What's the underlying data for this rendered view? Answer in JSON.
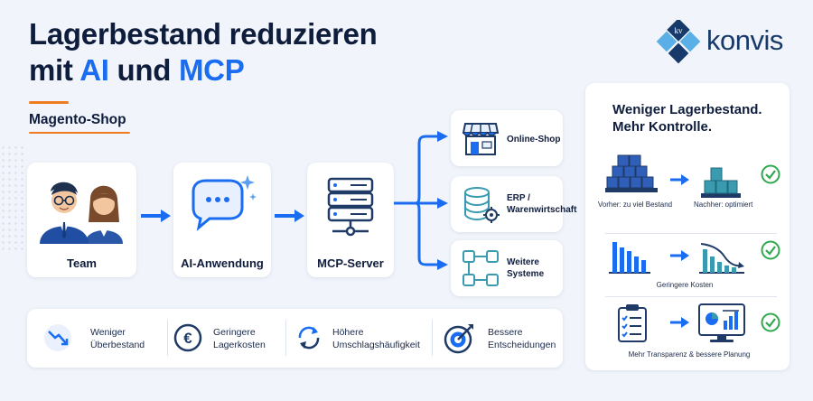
{
  "title": {
    "line1": "Lagerbestand reduzieren",
    "line2_prefix": "mit ",
    "line2_ai": "AI",
    "line2_mid": " und ",
    "line2_mcp": "MCP"
  },
  "subtitle": "Magento-Shop",
  "logo": {
    "text": "konvis",
    "mark_text": "kv"
  },
  "flow": {
    "team": "Team",
    "ai_app": "AI-Anwendung",
    "mcp_server": "MCP-Server"
  },
  "systems": [
    {
      "label": "Online-Shop"
    },
    {
      "label": "ERP / Warenwirtschaft"
    },
    {
      "label": "Weitere Systeme"
    }
  ],
  "benefits": [
    {
      "label": "Weniger Überbestand"
    },
    {
      "label": "Geringere Lagerkosten"
    },
    {
      "label": "Höhere Umschlagshäufigkeit"
    },
    {
      "label": "Bessere Entscheidungen"
    }
  ],
  "side_panel": {
    "title": "Weniger Lagerbestand. Mehr Kontrolle.",
    "rows": [
      {
        "before": "Vorher: zu viel Bestand",
        "after": "Nachher: optimiert"
      },
      {
        "caption": "Geringere Kosten"
      },
      {
        "caption": "Mehr Transparenz & bessere Planung"
      }
    ]
  },
  "colors": {
    "navy": "#0f1d3d",
    "blue": "#1a6cf0",
    "orange": "#f07c1f",
    "teal": "#3a9bb0",
    "green": "#2fa84f"
  },
  "icons": [
    "team-avatars-icon",
    "chat-bubble-icon",
    "server-icon",
    "store-icon",
    "database-gear-icon",
    "workflow-icon",
    "trend-down-icon",
    "euro-icon",
    "cycle-arrows-icon",
    "target-icon",
    "boxes-icon",
    "bar-chart-icon",
    "checklist-icon",
    "dashboard-monitor-icon",
    "check-circle-icon"
  ]
}
